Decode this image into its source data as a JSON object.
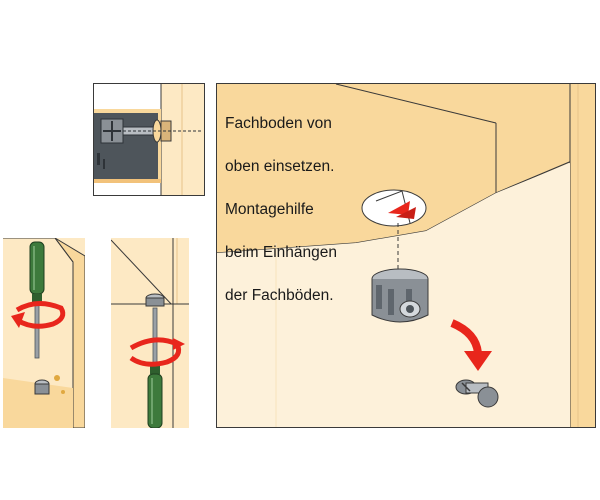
{
  "instruction": {
    "caption_lines": [
      "Fachboden von",
      "oben einsetzen.",
      "Montagehilfe",
      "beim Einhängen",
      "der Fachböden."
    ]
  },
  "colors": {
    "wood_light": "#fde9c4",
    "wood_mid": "#f9d89c",
    "wood_dark": "#f2c27a",
    "outline": "#3a3a3a",
    "metal_gray": "#8a9096",
    "metal_dark": "#4e555b",
    "arrow_red": "#e8261c",
    "handle_green": "#3d7a3c"
  },
  "icons": {
    "rotation_arrow": "red-rotation-arrow-icon",
    "insert_arrow": "red-insert-arrow-icon",
    "down_arrow": "red-down-arrow-icon"
  }
}
